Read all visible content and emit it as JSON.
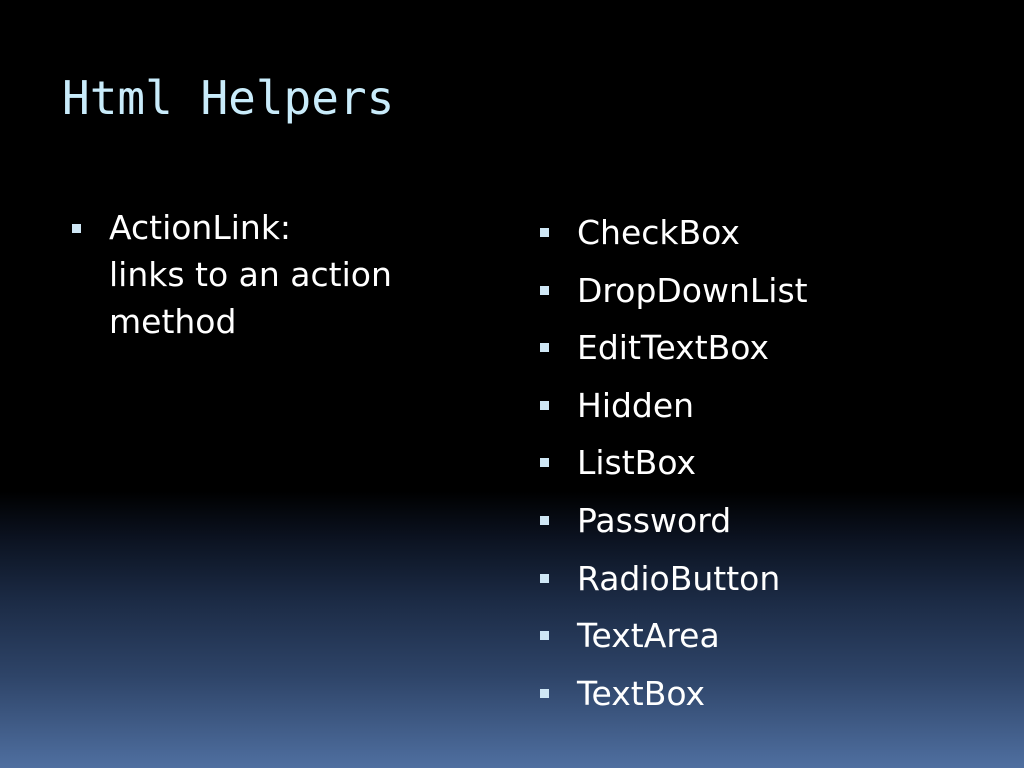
{
  "slide": {
    "title": "Html Helpers",
    "left_column": {
      "items": [
        {
          "lines": [
            "ActionLink:",
            "links to an action",
            "method"
          ]
        }
      ]
    },
    "right_column": {
      "items": [
        {
          "label": "CheckBox"
        },
        {
          "label": "DropDownList"
        },
        {
          "label": "EditTextBox"
        },
        {
          "label": "Hidden"
        },
        {
          "label": "ListBox"
        },
        {
          "label": "Password"
        },
        {
          "label": "RadioButton"
        },
        {
          "label": "TextArea"
        },
        {
          "label": "TextBox"
        }
      ]
    }
  },
  "colors": {
    "title": "#c9ecfb",
    "text": "#ffffff",
    "bullet": "#cfe7f5",
    "background_top": "#000000",
    "background_bottom": "#4f6fa0"
  },
  "icons": {
    "bullet": "square-bullet-icon"
  }
}
